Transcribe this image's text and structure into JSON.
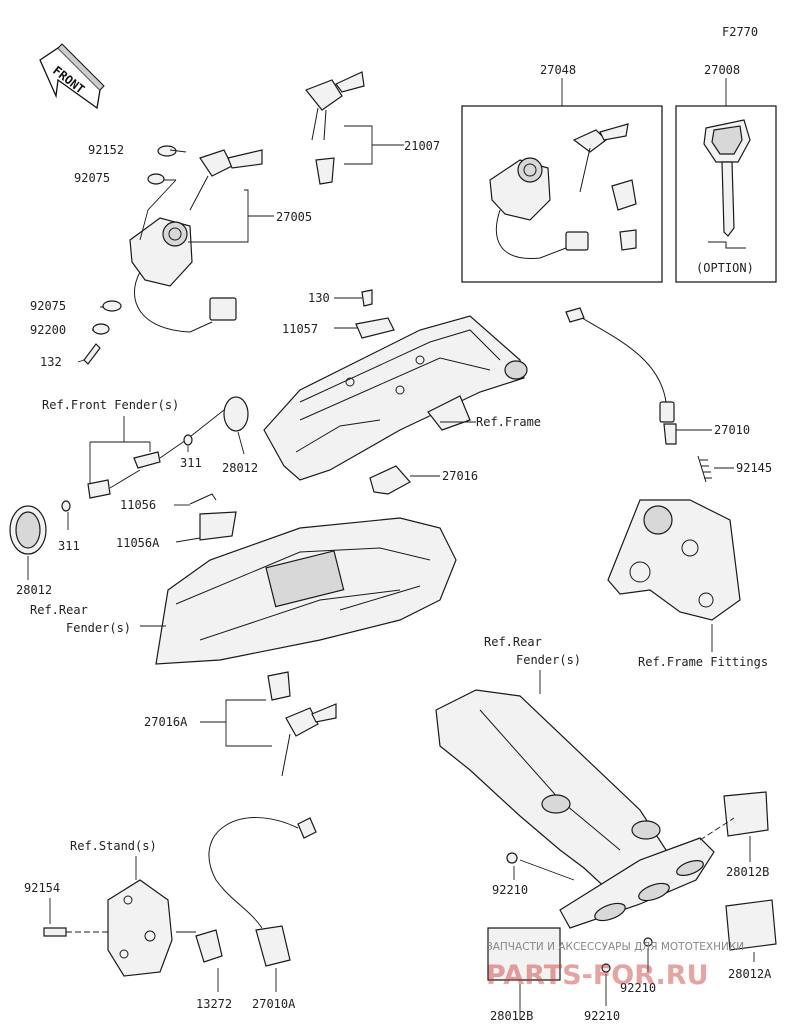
{
  "figure_code": "F2770",
  "front_label": "FRONT",
  "option_label": "(OPTION)",
  "parts": {
    "p27048": "27048",
    "p27008": "27008",
    "p21007": "21007",
    "p92152": "92152",
    "p92075a": "92075",
    "p27005": "27005",
    "p92075b": "92075",
    "p92200": "92200",
    "p132": "132",
    "p130": "130",
    "p11057": "11057",
    "p27010": "27010",
    "p92145": "92145",
    "p28012a": "28012",
    "p311a": "311",
    "p11056": "11056",
    "p11056A": "11056A",
    "p27016": "27016",
    "p311b": "311",
    "p28012b": "28012",
    "p27016A": "27016A",
    "p92154": "92154",
    "p13272": "13272",
    "p27010A": "27010A",
    "p92210a": "92210",
    "p28012B_a": "28012B",
    "p28012B_b": "28012B",
    "p92210b": "92210",
    "p92210c": "92210",
    "p28012A": "28012A"
  },
  "refs": {
    "front_fender": "Ref.Front Fender(s)",
    "frame": "Ref.Frame",
    "rear_fender_1a": "Ref.Rear",
    "rear_fender_1b": "Fender(s)",
    "frame_fittings": "Ref.Frame Fittings",
    "rear_fender_2a": "Ref.Rear",
    "rear_fender_2b": "Fender(s)",
    "stand": "Ref.Stand(s)"
  },
  "watermark": {
    "line1": "ЗАПЧАСТИ И АКСЕССУАРЫ ДЛЯ МОТОТЕХНИКИ",
    "line2": "PARTS-FOR.RU"
  }
}
